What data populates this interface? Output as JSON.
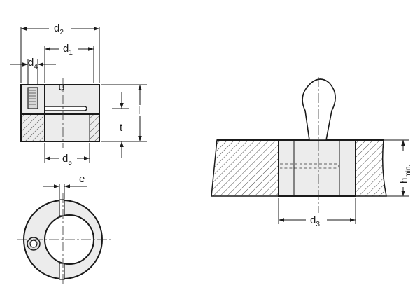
{
  "labels": {
    "d2": {
      "main": "d",
      "sub": "2"
    },
    "d1": {
      "main": "d",
      "sub": "1"
    },
    "d4": {
      "main": "d",
      "sub": "4"
    },
    "d5": {
      "main": "d",
      "sub": "5"
    },
    "d3": {
      "main": "d",
      "sub": "3"
    },
    "l": "l",
    "t": "t",
    "e": "e",
    "h": {
      "main": "h",
      "sub": "min."
    }
  }
}
